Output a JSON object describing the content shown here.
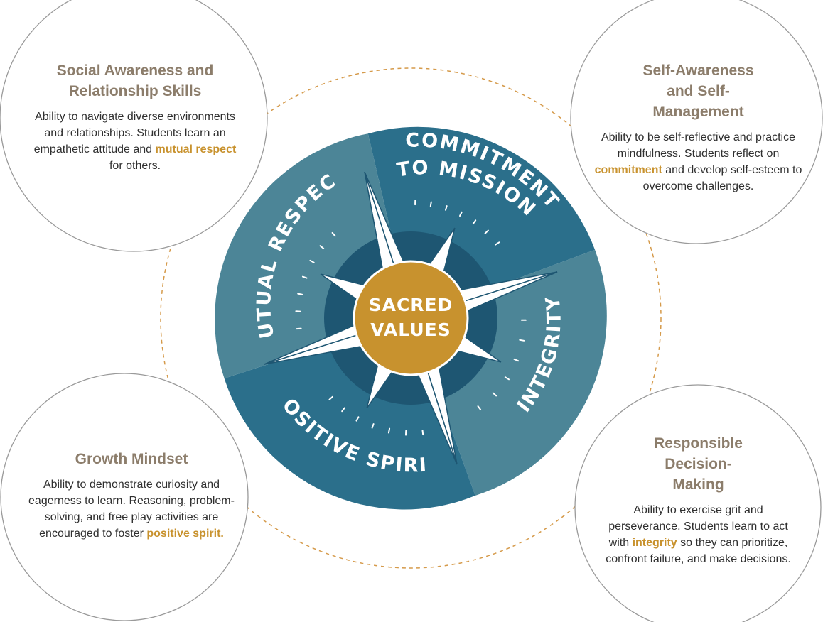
{
  "colors": {
    "wedge_dark": "#2b6f8b",
    "wedge_light": "#4c8597",
    "inner_ring": "#1e5672",
    "compass_star": "#ffffff",
    "center_gold": "#c8922e",
    "circle_outline": "#9a9a9a",
    "dashed_ring": "#d59a4a",
    "title_text": "#8c7d6b",
    "highlight": "#c8922e"
  },
  "center": {
    "line1": "SACRED",
    "line2": "VALUES"
  },
  "wedges": {
    "commitment_line1": "COMMITMENT",
    "commitment_line2": "TO MISSION",
    "integrity": "INTEGRITY",
    "positive_spirit": "POSITIVE SPIRIT",
    "mutual_respect": "MUTUAL RESPECT"
  },
  "circles": {
    "social_awareness": {
      "title": "Social Awareness and Relationship Skills",
      "text_before": "Ability to navigate diverse environments and relationships. Students learn an empathetic attitude and ",
      "highlight": "mutual respect",
      "text_after": " for others."
    },
    "self_awareness": {
      "title": "Self-Awareness and Self-Management",
      "text_before": "Ability to be self-reflective and practice mindfulness. Students reflect on ",
      "highlight": "commitment",
      "text_after": " and develop self-esteem to overcome challenges."
    },
    "growth_mindset": {
      "title": "Growth Mindset",
      "text_before": "Ability to demonstrate curiosity and eagerness to learn. Reasoning, problem-solving, and free play activities are encouraged to foster ",
      "highlight": "positive spirit.",
      "text_after": ""
    },
    "responsible_decision": {
      "title": "Responsible Decision-Making",
      "text_before": "Ability to exercise grit and perseverance. Students learn to act with ",
      "highlight": "integrity",
      "text_after": " so they can prioritize, confront failure, and make decisions."
    }
  }
}
